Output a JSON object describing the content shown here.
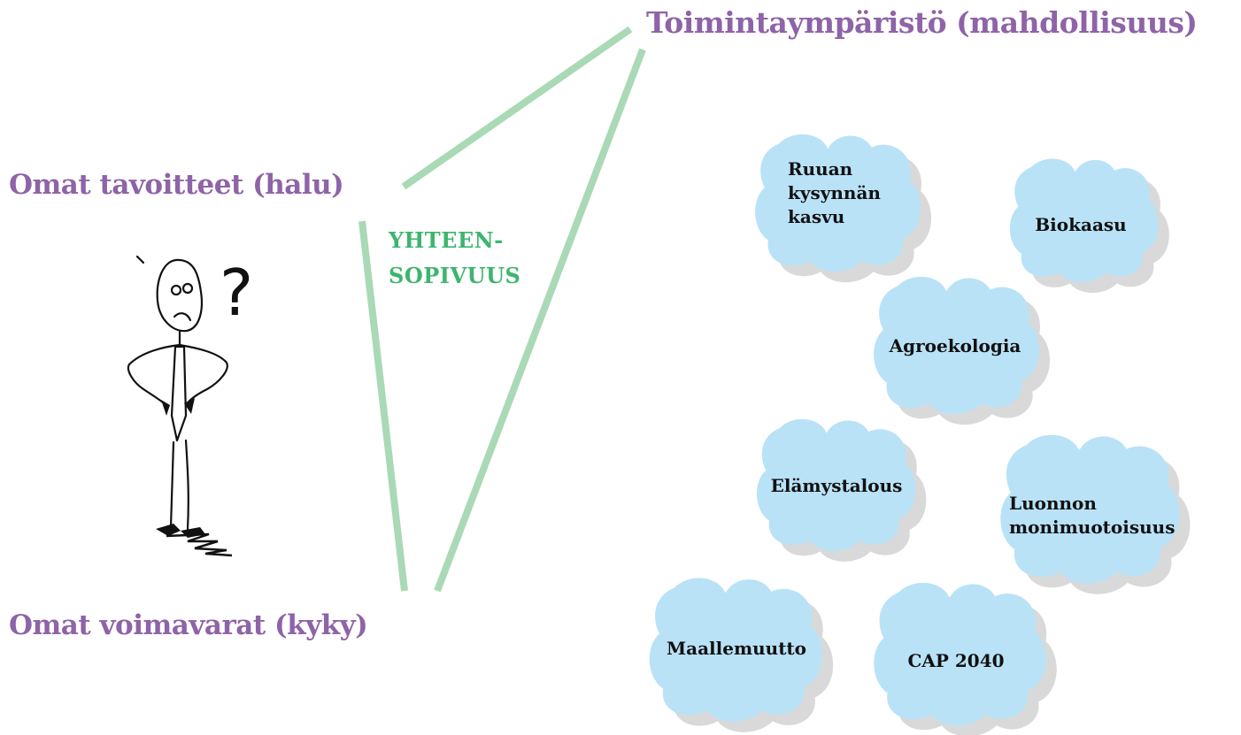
{
  "titles": {
    "environment": "Toimintaympäristö (mahdollisuus)",
    "goals": "Omat tavoitteet (halu)",
    "resources": "Omat  voimavarat (kyky)"
  },
  "fit_label": {
    "line1": "YHTEEN-",
    "line2": "SOPIVUUS"
  },
  "figure": {
    "question_mark": "?"
  },
  "clouds": [
    {
      "id": "ruuan-kysynnan-kasvu",
      "lines": [
        "Ruuan",
        "kysynnän",
        "kasvu"
      ]
    },
    {
      "id": "biokaasu",
      "lines": [
        "Biokaasu"
      ]
    },
    {
      "id": "agroekologia",
      "lines": [
        "Agroekologia"
      ]
    },
    {
      "id": "elamystalous",
      "lines": [
        "Elämystalous"
      ]
    },
    {
      "id": "luonnon-monimuotoisuus",
      "lines": [
        "Luonnon",
        "monimuotoisuus"
      ]
    },
    {
      "id": "maallemuutto",
      "lines": [
        "Maallemuutto"
      ]
    },
    {
      "id": "cap-2040",
      "lines": [
        "CAP 2040"
      ]
    }
  ],
  "colors": {
    "heading": "#8e63a8",
    "fit_label": "#3db56e",
    "connector": "#a9d9b5",
    "cloud_fill": "#b9e2f7",
    "cloud_shadow": "#c9c9c9"
  }
}
